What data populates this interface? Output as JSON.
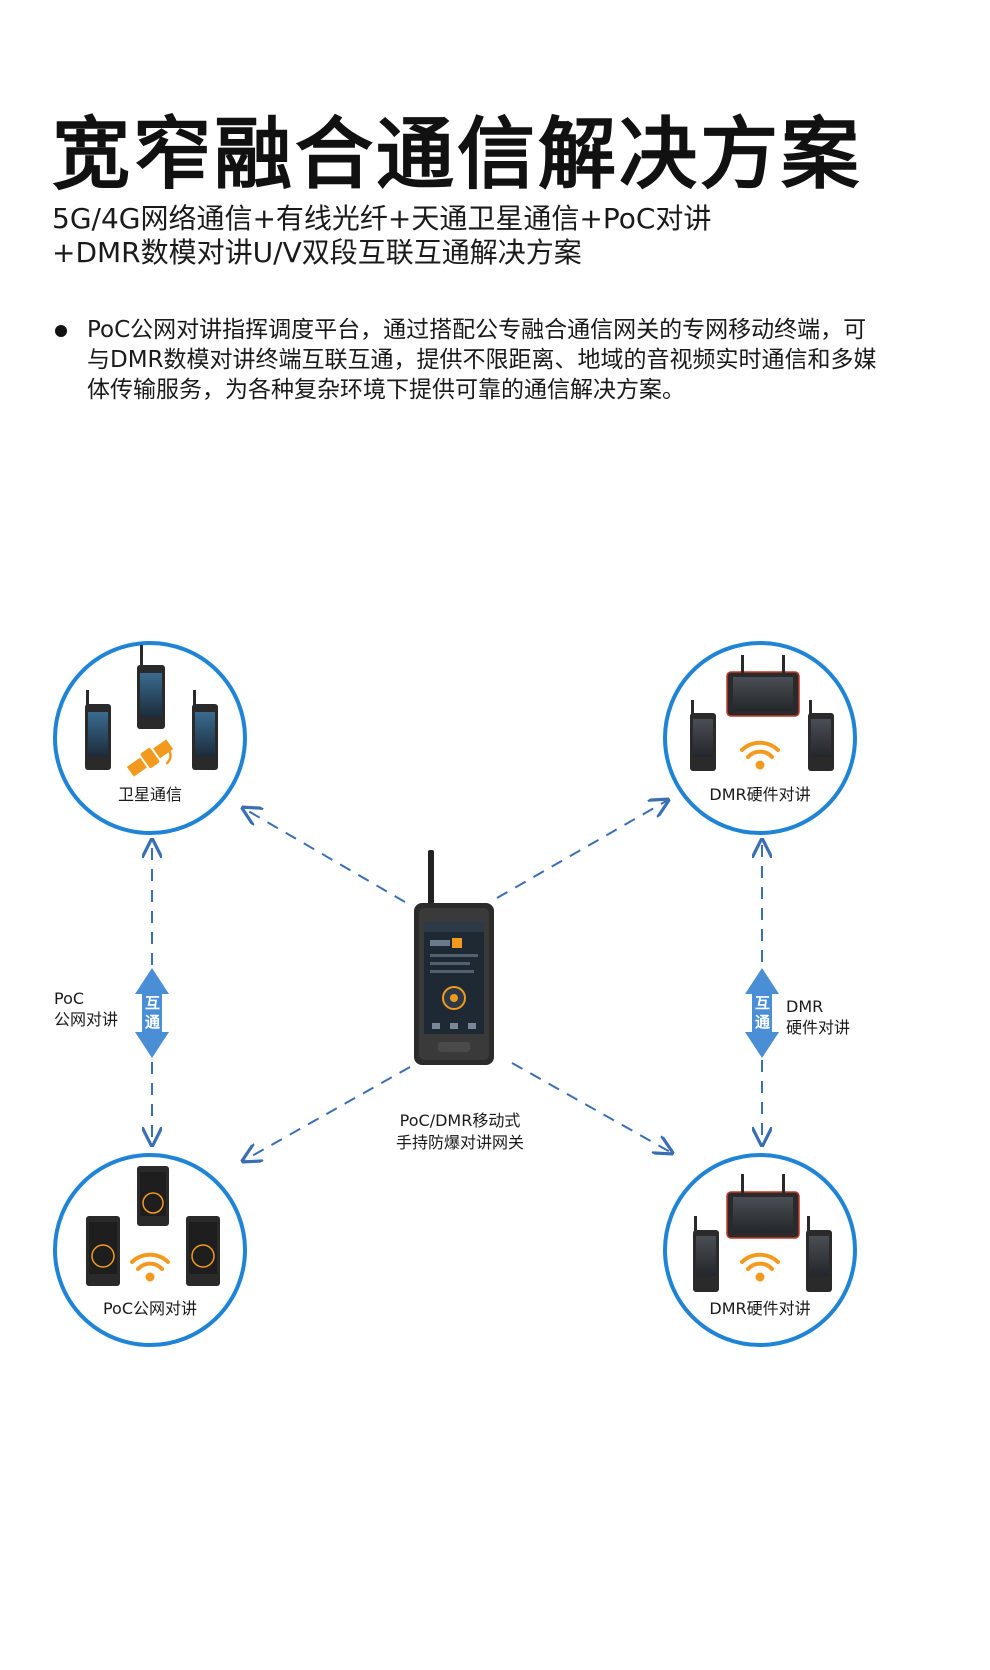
{
  "header": {
    "title": "宽窄融合通信解决方案",
    "subtitle_line1": "5G/4G网络通信+有线光纤+天通卫星通信+PoC对讲",
    "subtitle_line2": "+DMR数模对讲U/V双段互联互通解决方案"
  },
  "description": "PoC公网对讲指挥调度平台，通过搭配公专融合通信网关的专网移动终端，可与DMR数模对讲终端互联互通，提供不限距离、地域的音视频实时通信和多媒体传输服务，为各种复杂环境下提供可靠的通信解决方案。",
  "diagram": {
    "center_label_line1": "PoC/DMR移动式",
    "center_label_line2": "手持防爆对讲网关",
    "nodes": {
      "top_left": "卫星通信",
      "top_right": "DMR硬件对讲",
      "bottom_left": "PoC公网对讲",
      "bottom_right": "DMR硬件对讲"
    },
    "left_link": {
      "line1": "PoC",
      "line2": "公网对讲",
      "arrow_text_1": "互",
      "arrow_text_2": "通"
    },
    "right_link": {
      "line1": "DMR",
      "line2": "硬件对讲",
      "arrow_text_1": "互",
      "arrow_text_2": "通"
    }
  },
  "colors": {
    "circle_stroke": "#1f84d6",
    "dashed_line": "#3a6fb5",
    "arrow_fill": "#4a8fd6",
    "accent_orange": "#f39a1e"
  }
}
